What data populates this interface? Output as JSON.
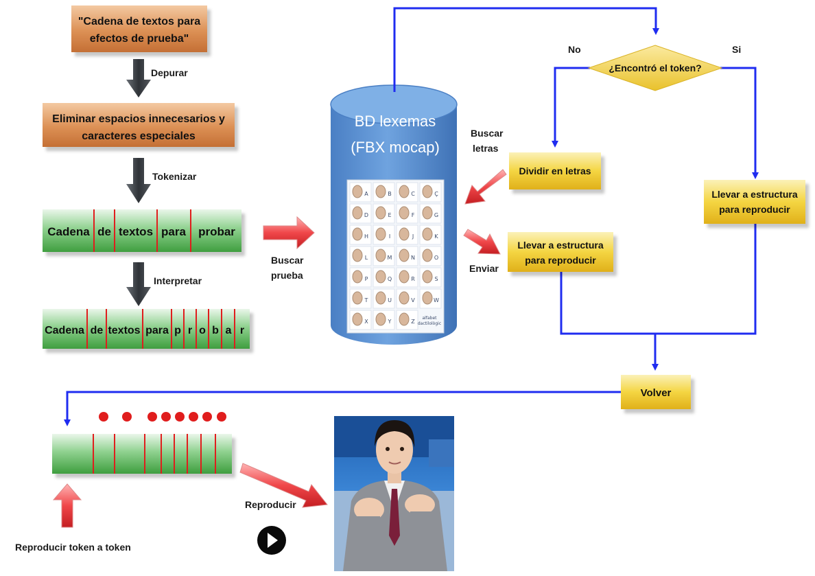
{
  "colors": {
    "orange_box": "#d98a4f",
    "green_bar": "#5fb95f",
    "yellow_box": "#f2cf2e",
    "flow_blue": "#1f2cf0",
    "db_blue": "#5b8fd0",
    "token_red": "#e01d1d",
    "dark_arrow": "#3b3f44"
  },
  "left_pipeline": {
    "input_text": [
      "\"Cadena de textos para",
      "efectos de prueba\""
    ],
    "step_debug": "Depurar",
    "clean_box": [
      "Eliminar espacios innecesarios y",
      "caracteres especiales"
    ],
    "step_tokenize": "Tokenizar",
    "tokens": [
      "Cadena",
      "de",
      "textos",
      "para",
      "probar"
    ],
    "step_interpret": "Interpretar",
    "tokens_interpreted": [
      "Cadena",
      "de",
      "textos",
      "para",
      "p",
      "r",
      "o",
      "b",
      "a",
      "r"
    ],
    "search_test": [
      "Buscar",
      "prueba"
    ]
  },
  "database": {
    "title_line1": "BD lexemas",
    "title_line2": "(FBX mocap)",
    "alphabet_letters": [
      "A",
      "B",
      "C",
      "Ç",
      "D",
      "E",
      "F",
      "G",
      "H",
      "I",
      "J",
      "K",
      "L",
      "M",
      "N",
      "O",
      "P",
      "Q",
      "R",
      "S",
      "T",
      "U",
      "V",
      "W",
      "X",
      "Y",
      "Z"
    ],
    "alphabet_caption": [
      "alfabet",
      "dactilològic"
    ],
    "search_letters": [
      "Buscar",
      "letras"
    ],
    "send": "Enviar"
  },
  "flow": {
    "decision": "¿Encontró el token?",
    "no": "No",
    "yes": "Si",
    "split_letters": "Dividir en letras",
    "structure_left": [
      "Llevar a estructura",
      "para reproducir"
    ],
    "structure_right": [
      "Llevar a estructura",
      "para reproducir"
    ],
    "return": "Volver"
  },
  "playback": {
    "play_label": "Reproducir",
    "play_icon": "play-circle-icon",
    "token_by_token": "Reproducir token a token",
    "avatar": "signing-avatar-figure"
  }
}
